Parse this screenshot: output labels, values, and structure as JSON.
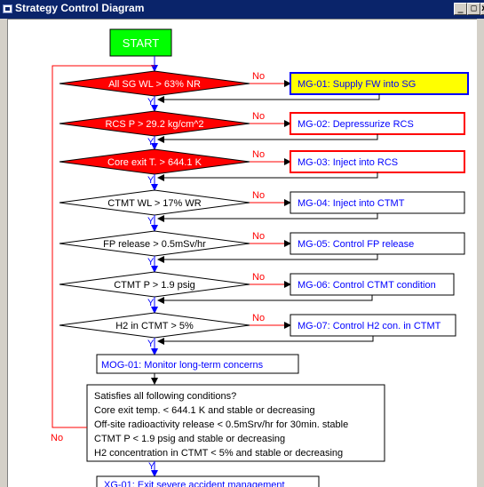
{
  "window": {
    "title": "Strategy Control Diagram",
    "min": "_",
    "max": "□",
    "close": "x"
  },
  "flow": {
    "start": "START",
    "no": "No",
    "yes": "Y",
    "decisions": [
      "All SG WL > 63% NR",
      "RCS P > 29.2 kg/cm^2",
      "Core exit T. > 644.1 K",
      "CTMT WL > 17% WR",
      "FP release > 0.5mSv/hr",
      "CTMT P > 1.9 psig",
      "H2 in CTMT > 5%"
    ],
    "guides": [
      "MG-01: Supply FW into SG",
      "MG-02: Depressurize RCS",
      "MG-03: Inject into RCS",
      "MG-04: Inject into CTMT",
      "MG-05: Control FP release",
      "MG-06: Control CTMT condition",
      "MG-07: Control H2 con. in CTMT"
    ],
    "monitor": "MOG-01: Monitor long-term concerns",
    "conditions": [
      "Satisfies all following conditions?",
      "Core exit temp. < 644.1 K and stable or decreasing",
      "Off-site radioactivity release < 0.5mSrv/hr for 30min. stable",
      "CTMT P < 1.9 psig and stable or decreasing",
      "H2 concentration in CTMT < 5% and stable or decreasing"
    ],
    "exit": "XG-01: Exit severe accident management"
  },
  "colors": {
    "start_fill": "#00ff00",
    "alarm_fill": "#ff0000",
    "active_fill": "#ffff00",
    "active_border": "#0000ff",
    "alarm_border": "#ff0000",
    "label_blue": "#0000ff",
    "no_red": "#ff0000"
  }
}
